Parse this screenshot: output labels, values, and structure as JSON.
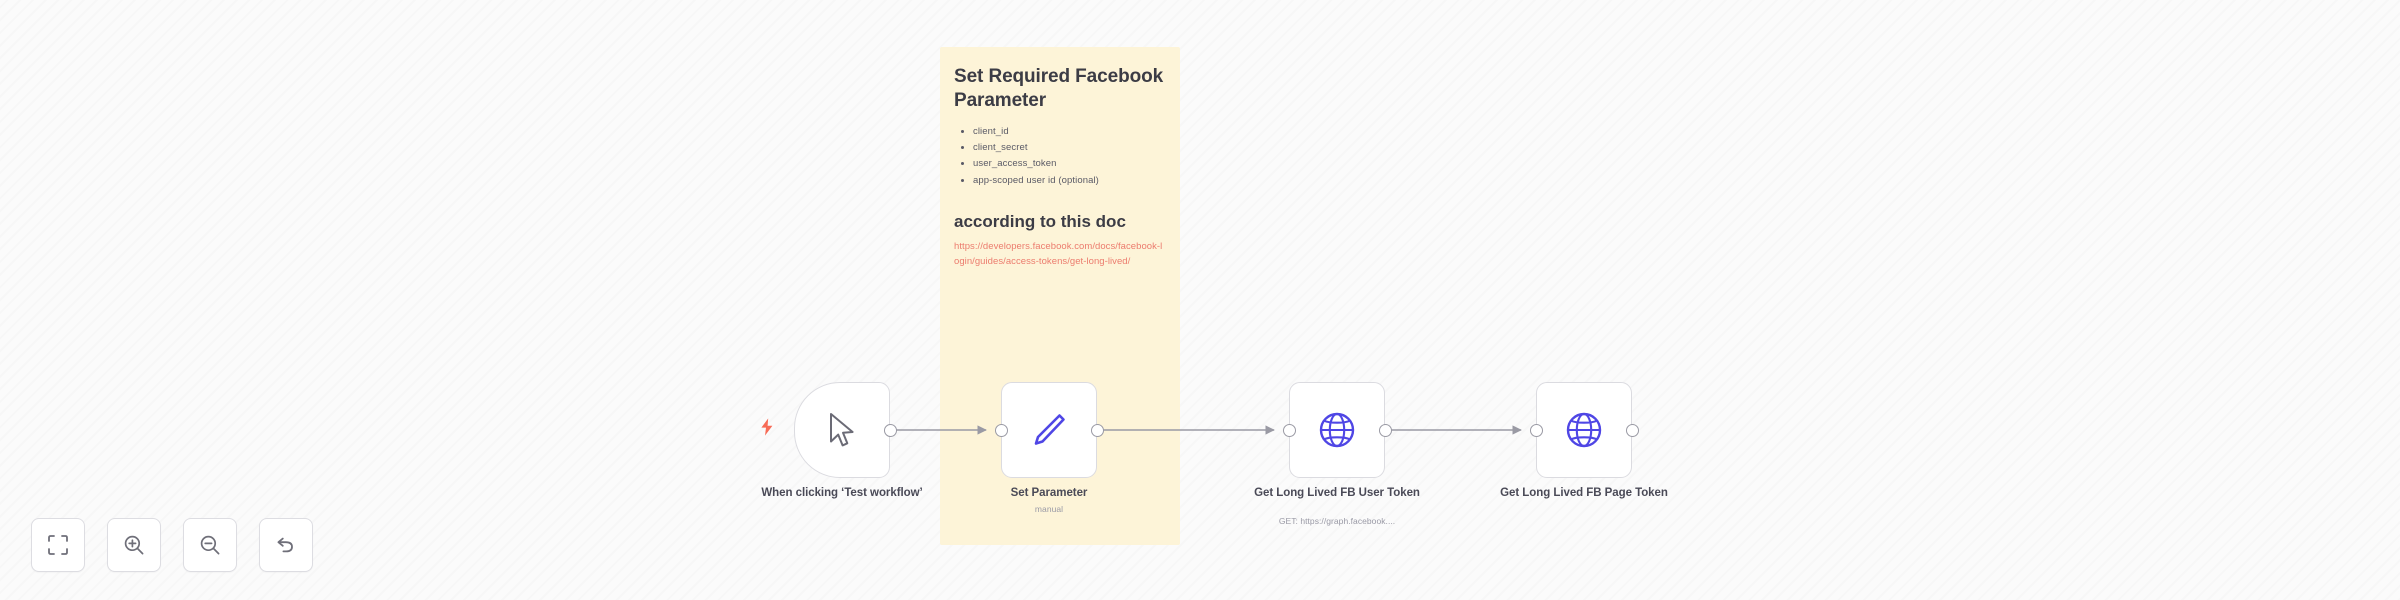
{
  "app": {
    "name": "n8n-workflow-canvas"
  },
  "sticky_note": {
    "title": "Set Required Facebook Parameter",
    "items": [
      "client_id",
      "client_secret",
      "user_access_token",
      "app-scoped user id (optional)"
    ],
    "subtitle": "according to this doc",
    "link": "https://developers.facebook.com/docs/facebook-login/guides/access-tokens/get-long-lived/",
    "background_color": "#fdf4d8",
    "link_color": "#ec7c6e"
  },
  "nodes": [
    {
      "id": "manual-trigger",
      "label": "When clicking ‘Test workflow’",
      "sublabel": "",
      "icon": "cursor-pointer-icon",
      "icon_color": "#6b6b76",
      "shape": "trigger",
      "has_bolt": true,
      "has_input": false,
      "has_output": true
    },
    {
      "id": "set-parameter",
      "label": "Set Parameter",
      "sublabel": "manual",
      "icon": "pencil-icon",
      "icon_color": "#4f46e5",
      "shape": "rounded",
      "has_bolt": false,
      "has_input": true,
      "has_output": true
    },
    {
      "id": "get-long-lived-fb-user-token",
      "label": "Get Long Lived FB User Token",
      "sublabel": "GET: https://graph.facebook....",
      "icon": "globe-icon",
      "icon_color": "#4f46e5",
      "shape": "rounded",
      "has_bolt": false,
      "has_input": true,
      "has_output": true
    },
    {
      "id": "get-long-lived-fb-page-token",
      "label": "Get Long Lived FB Page Token",
      "sublabel": "",
      "icon": "globe-icon",
      "icon_color": "#4f46e5",
      "shape": "rounded",
      "has_bolt": false,
      "has_input": true,
      "has_output": true
    }
  ],
  "toolbar": {
    "buttons": [
      {
        "id": "zoom-to-fit",
        "icon": "fit-to-screen-icon",
        "title": "Zoom to fit"
      },
      {
        "id": "zoom-in",
        "icon": "zoom-in-icon",
        "title": "Zoom in"
      },
      {
        "id": "zoom-out",
        "icon": "zoom-out-icon",
        "title": "Zoom out"
      },
      {
        "id": "reset-zoom",
        "icon": "undo-arrow-icon",
        "title": "Reset zoom"
      }
    ]
  },
  "canvas": {
    "background_color": "#fbfbfb",
    "connector_color": "#9a9aa4"
  }
}
